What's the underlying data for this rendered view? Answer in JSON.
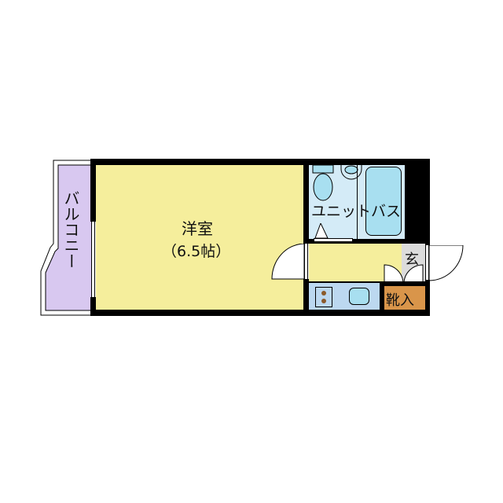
{
  "floorplan": {
    "rooms": {
      "western_room": {
        "label": "洋室",
        "size": "（6.5帖）",
        "color": "#f5ee9c"
      },
      "balcony": {
        "label": "バルコニー",
        "color": "#d8c8f0"
      },
      "unit_bath": {
        "label": "ユニットバス",
        "color": "#d4ebf7"
      },
      "entrance": {
        "label": "玄",
        "color": "#dcdcdc"
      },
      "shoe_closet": {
        "label": "靴入",
        "color": "#d9954a"
      },
      "kitchen": {
        "color": "#bcd8f0"
      },
      "corridor": {
        "color": "#f5ee9c"
      }
    },
    "colors": {
      "wall": "#000000",
      "fixture": "#a8dff0",
      "stove": "#8b5a2b"
    }
  }
}
